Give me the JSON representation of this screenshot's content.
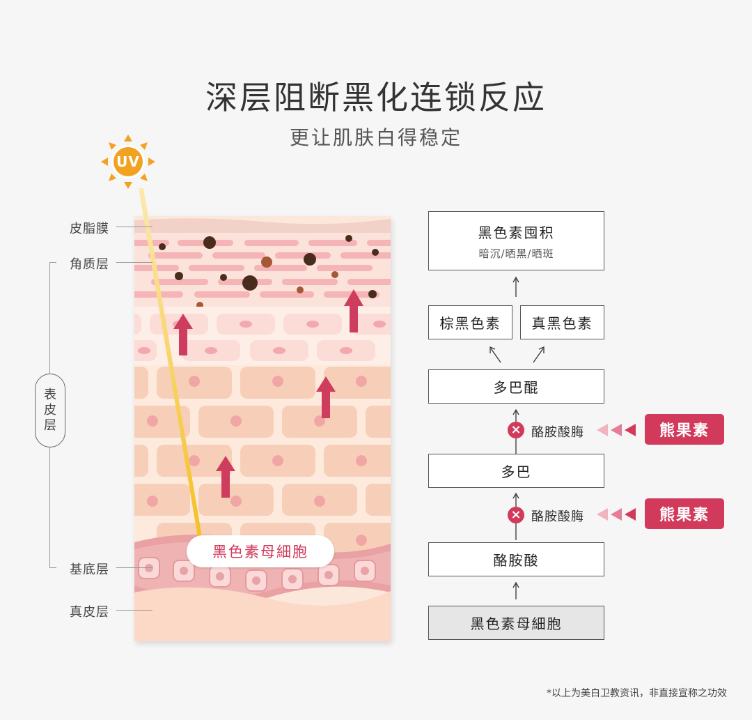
{
  "header": {
    "title": "深层阻断黑化连锁反应",
    "subtitle": "更让肌肤白得稳定"
  },
  "uv": {
    "label": "UV"
  },
  "skin_labels": {
    "sebum": "皮脂膜",
    "stratum_corneum": "角质层",
    "epidermis": [
      "表",
      "皮",
      "层"
    ],
    "basal": "基底层",
    "dermis": "真皮层",
    "melanocyte": "黑色素母細胞"
  },
  "flow": {
    "accumulation": {
      "title": "黑色素囤积",
      "effects": "暗沉/晒黑/晒斑"
    },
    "pheomelanin": "棕黑色素",
    "eumelanin": "真黑色素",
    "dopaquinone": "多巴醌",
    "tyrosinase_1": "酪胺酸脢",
    "inhibitor_1": "熊果素",
    "dopa": "多巴",
    "tyrosinase_2": "酪胺酸脢",
    "inhibitor_2": "熊果素",
    "tyrosine": "酪胺酸",
    "melanocyte": "黑色素母細胞"
  },
  "footnote": "*以上为美白卫教资讯，非直接宣称之功效",
  "colors": {
    "accent": "#d23a5b",
    "uv_orange": "#f2a221",
    "uv_ray": "#f7c540",
    "skin_base": "#fbe0cc",
    "cell": "#f7cfb8"
  }
}
